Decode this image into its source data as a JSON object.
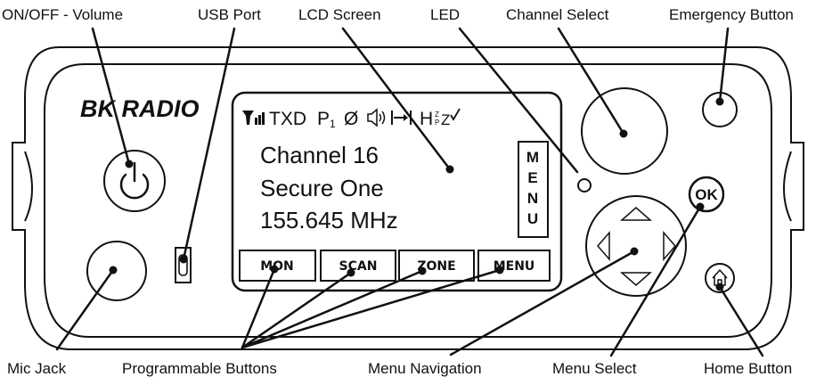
{
  "brand": "BK RADIO",
  "lcd": {
    "status_txd": "TXD",
    "status_p": "P",
    "status_p_sub": "1",
    "status_null": "Ø",
    "status_h": "H",
    "line1": "Channel 16",
    "line2": "Secure One",
    "line3": "155.645 MHz"
  },
  "menu_vertical": [
    "M",
    "E",
    "N",
    "U"
  ],
  "soft_buttons": [
    "MON",
    "SCAN",
    "ZONE",
    "MENU"
  ],
  "ok_label": "OK",
  "callouts_top": {
    "power": "ON/OFF - Volume",
    "usb": "USB Port",
    "lcd": "LCD Screen",
    "led": "LED",
    "channel": "Channel Select",
    "emergency": "Emergency Button"
  },
  "callouts_bottom": {
    "mic": "Mic Jack",
    "programmable": "Programmable Buttons",
    "nav": "Menu Navigation",
    "select": "Menu Select",
    "home": "Home Button"
  }
}
